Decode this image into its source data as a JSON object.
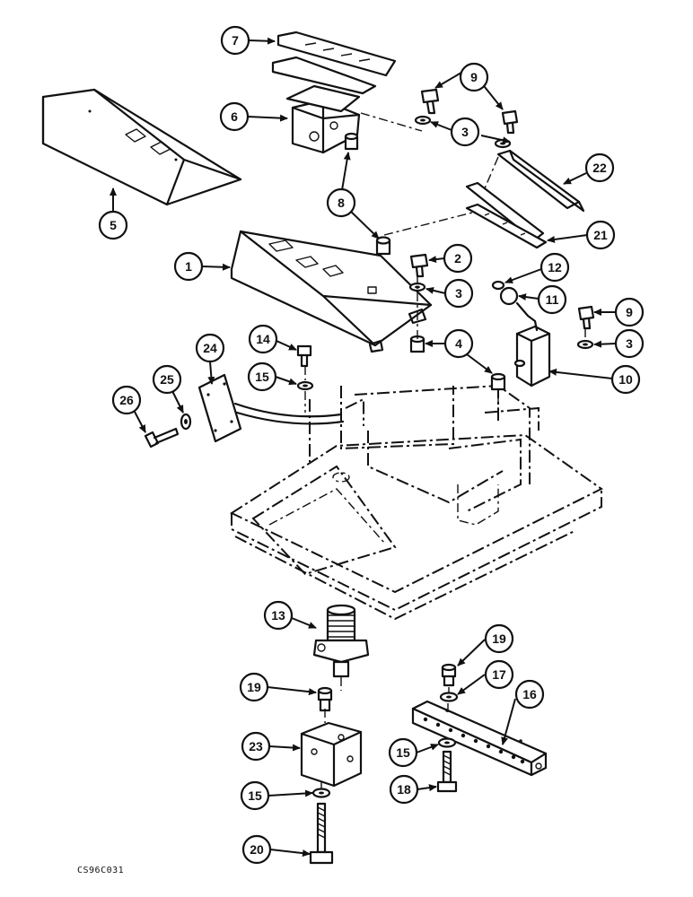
{
  "figure_code": "CS96C031",
  "callouts": [
    "1",
    "2",
    "3",
    "4",
    "5",
    "6",
    "7",
    "8",
    "9",
    "10",
    "11",
    "12",
    "13",
    "14",
    "15",
    "16",
    "17",
    "18",
    "19",
    "20",
    "21",
    "22",
    "23",
    "24",
    "25",
    "26"
  ]
}
